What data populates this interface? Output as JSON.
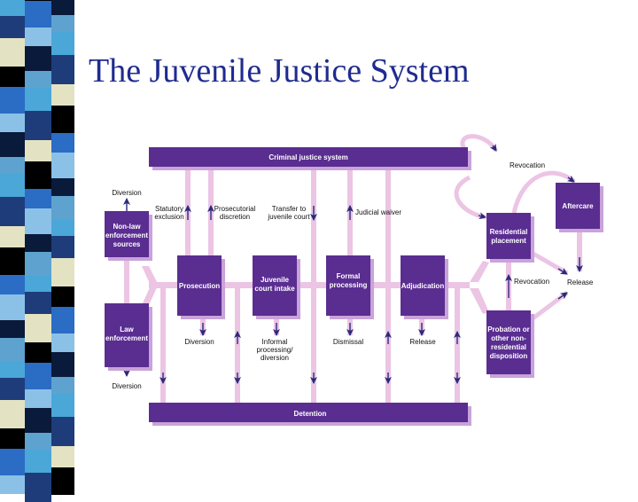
{
  "slide": {
    "title": "The Juvenile Justice System"
  },
  "colors": {
    "box": "#5a2d91",
    "box_shadow": "#c9a3d9",
    "pipe": "#ecc4e4",
    "arrow": "#2a2a7a",
    "title": "#1f2b8f"
  },
  "diagram": {
    "bars": {
      "criminal_justice": "Criminal justice system",
      "detention": "Detention"
    },
    "boxes": {
      "non_law": [
        "Non-law",
        "enforcement",
        "sources"
      ],
      "law": [
        "Law",
        "enforcement"
      ],
      "prosecution": [
        "Prosecution"
      ],
      "intake": [
        "Juvenile",
        "court intake"
      ],
      "formal": [
        "Formal",
        "processing"
      ],
      "adjudication": [
        "Adjudication"
      ],
      "residential": [
        "Residential",
        "placement"
      ],
      "probation": [
        "Probation or",
        "other non-",
        "residential",
        "disposition"
      ],
      "aftercare": [
        "Aftercare"
      ]
    },
    "labels": {
      "diversion_top": "Diversion",
      "diversion_bottom": "Diversion",
      "statutory": [
        "Statutory",
        "exclusion"
      ],
      "prosecutorial": [
        "Prosecutorial",
        "discretion"
      ],
      "transfer": [
        "Transfer to",
        "juvenile court"
      ],
      "judicial_waiver": "Judicial waiver",
      "prosecution_diversion": "Diversion",
      "informal": [
        "Informal",
        "processing/",
        "diversion"
      ],
      "dismissal": "Dismissal",
      "release_adj": "Release",
      "revocation_top": "Revocation",
      "revocation_mid": "Revocation",
      "release_right": "Release"
    }
  }
}
